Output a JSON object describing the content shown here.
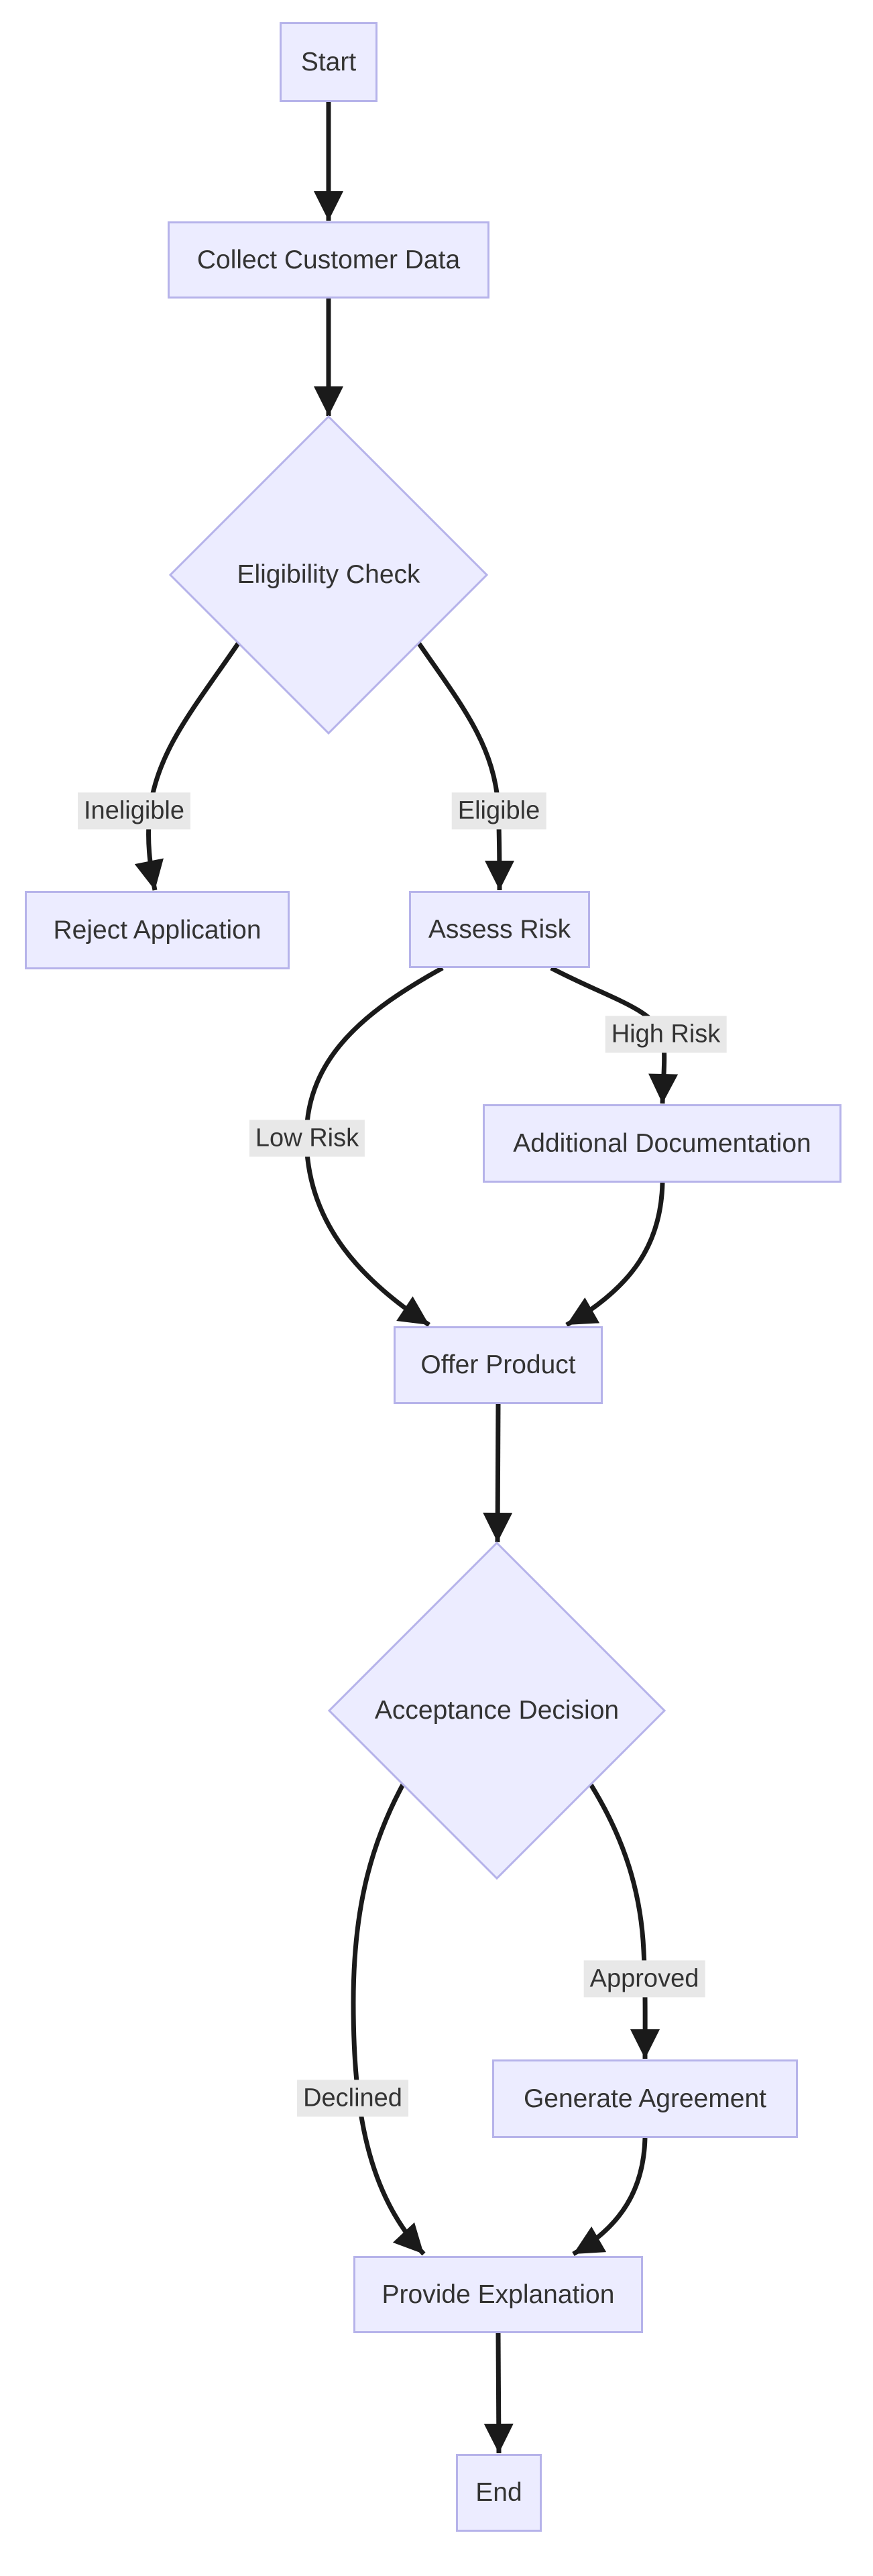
{
  "diagram": {
    "type": "flowchart",
    "direction": "top-down",
    "nodes": [
      {
        "id": "start",
        "label": "Start",
        "shape": "rect"
      },
      {
        "id": "collect",
        "label": "Collect Customer Data",
        "shape": "rect"
      },
      {
        "id": "eligibility",
        "label": "Eligibility Check",
        "shape": "diamond"
      },
      {
        "id": "reject",
        "label": "Reject Application",
        "shape": "rect"
      },
      {
        "id": "assess",
        "label": "Assess Risk",
        "shape": "rect"
      },
      {
        "id": "adddoc",
        "label": "Additional Documentation",
        "shape": "rect"
      },
      {
        "id": "offer",
        "label": "Offer Product",
        "shape": "rect"
      },
      {
        "id": "acceptance",
        "label": "Acceptance Decision",
        "shape": "diamond"
      },
      {
        "id": "generate",
        "label": "Generate Agreement",
        "shape": "rect"
      },
      {
        "id": "provide",
        "label": "Provide Explanation",
        "shape": "rect"
      },
      {
        "id": "end",
        "label": "End",
        "shape": "rect"
      }
    ],
    "edges": [
      {
        "from": "Start",
        "to": "Collect Customer Data",
        "label": ""
      },
      {
        "from": "Collect Customer Data",
        "to": "Eligibility Check",
        "label": ""
      },
      {
        "from": "Eligibility Check",
        "to": "Reject Application",
        "label": "Ineligible"
      },
      {
        "from": "Eligibility Check",
        "to": "Assess Risk",
        "label": "Eligible"
      },
      {
        "from": "Assess Risk",
        "to": "Offer Product",
        "label": "Low Risk"
      },
      {
        "from": "Assess Risk",
        "to": "Additional Documentation",
        "label": "High Risk"
      },
      {
        "from": "Additional Documentation",
        "to": "Offer Product",
        "label": ""
      },
      {
        "from": "Offer Product",
        "to": "Acceptance Decision",
        "label": ""
      },
      {
        "from": "Acceptance Decision",
        "to": "Provide Explanation",
        "label": "Declined"
      },
      {
        "from": "Acceptance Decision",
        "to": "Generate Agreement",
        "label": "Approved"
      },
      {
        "from": "Generate Agreement",
        "to": "Provide Explanation",
        "label": ""
      },
      {
        "from": "Provide Explanation",
        "to": "End",
        "label": ""
      }
    ],
    "colors": {
      "canvas": "#ffffff",
      "node_fill": "#ECECFF",
      "node_border": "#b6b3ea",
      "node_text": "#333333",
      "edge_stroke": "#1a1a1a",
      "edge_label_bg": "#e8e8e8",
      "edge_label_text": "#333333"
    }
  }
}
